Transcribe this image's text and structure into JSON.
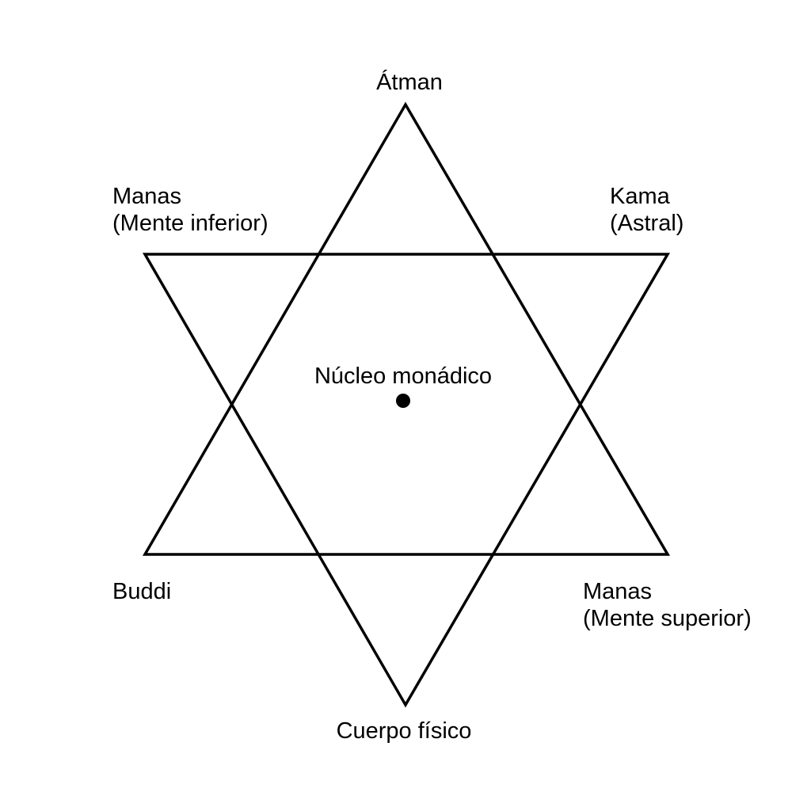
{
  "colors": {
    "stroke": "#000000",
    "background": "#ffffff",
    "dot": "#000000"
  },
  "labels": {
    "top": "Átman",
    "top_left": {
      "line1": "Manas",
      "line2": "(Mente inferior)"
    },
    "top_right": {
      "line1": "Kama",
      "line2": "(Astral)"
    },
    "center": "Núcleo monádico",
    "bottom_left": "Buddi",
    "bottom_right": {
      "line1": "Manas",
      "line2": "(Mente superior)"
    },
    "bottom": "Cuerpo físico"
  }
}
